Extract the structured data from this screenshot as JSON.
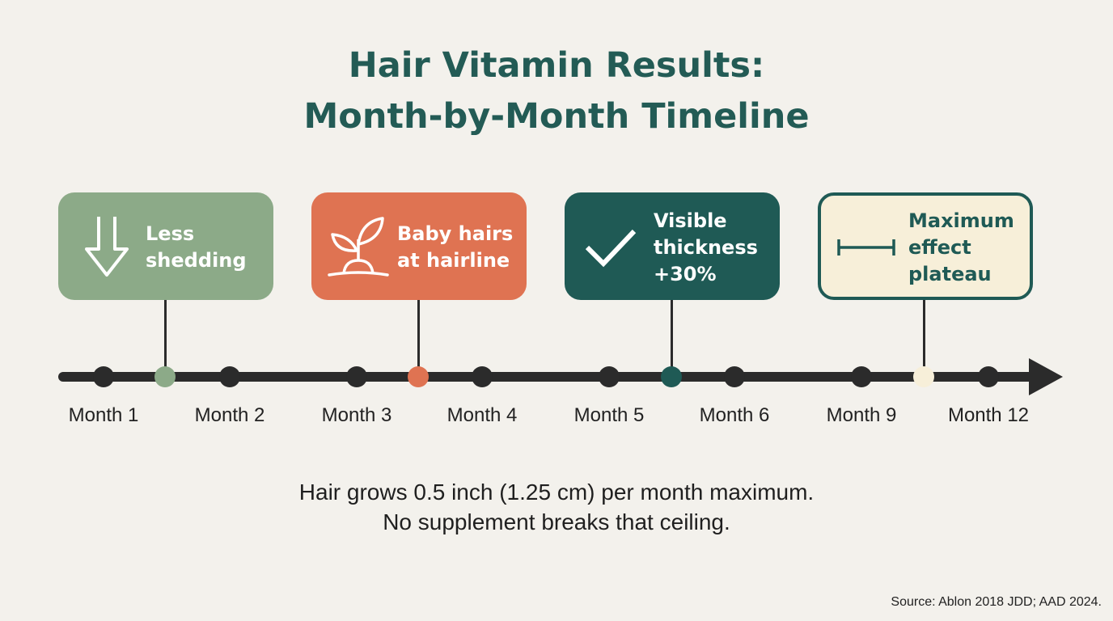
{
  "title": {
    "line1": "Hair Vitamin Results:",
    "line2": "Month-by-Month Timeline"
  },
  "milestones": [
    {
      "label": "Less\nshedding",
      "icon": "arrow-down-icon",
      "color": "#8caa88",
      "text_color": "#ffffff"
    },
    {
      "label": "Baby hairs\nat hairline",
      "icon": "sprout-icon",
      "color": "#df7352",
      "text_color": "#ffffff"
    },
    {
      "label": "Visible\nthickness\n+30%",
      "icon": "checkmark-icon",
      "color": "#1f5a55",
      "text_color": "#ffffff"
    },
    {
      "label": "Maximum\neffect\nplateau",
      "icon": "plateau-bar-icon",
      "color": "#f7efd9",
      "text_color": "#1f5a55",
      "border": "#1f5a55"
    }
  ],
  "timeline": {
    "months": [
      "Month 1",
      "Month 2",
      "Month 3",
      "Month 4",
      "Month 5",
      "Month 6",
      "Month 9",
      "Month 12"
    ],
    "tick_color": "#2b2b2b"
  },
  "note": {
    "line1": "Hair grows 0.5 inch (1.25 cm) per month maximum.",
    "line2": "No supplement breaks that ceiling."
  },
  "source": "Source: Ablon 2018 JDD; AAD 2024."
}
